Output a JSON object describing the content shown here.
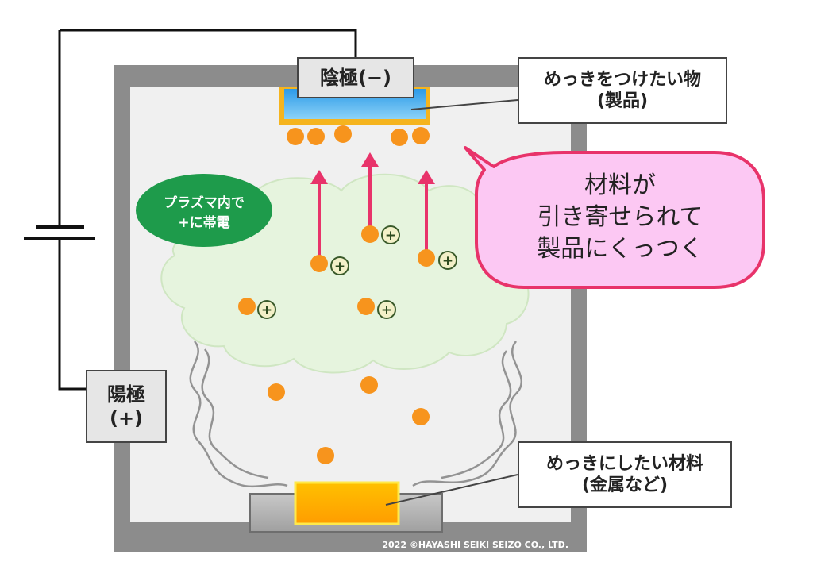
{
  "labels": {
    "cathode": "陰極(−)",
    "anode_line1": "陽極",
    "anode_line2": "(+)",
    "product_line1": "めっきをつけたい物",
    "product_line2": "(製品)",
    "material_line1": "めっきにしたい材料",
    "material_line2": "(金属など)"
  },
  "plasma_note": {
    "line1": "プラズマ内で",
    "line2": "+に帯電"
  },
  "speech_bubble": {
    "line1": "材料が",
    "line2": "引き寄せられて",
    "line3": "製品にくっつく"
  },
  "ion_charge_symbol": "+",
  "copyright": "2022 ©HAYASHI SEIKI SEIZO CO., LTD.",
  "colors": {
    "chamber_frame": "#8c8c8c",
    "chamber_inner": "#f0f0f0",
    "product_fill": "#4fb3f0",
    "product_mount": "#f5b41e",
    "material_fill": "#ffb400",
    "particle": "#f7941d",
    "arrow": "#e8336a",
    "plasma_cloud": "#e6f4de",
    "plasma_note_bg": "#1e9b4b",
    "bubble_fill": "#fcc8f3",
    "bubble_border": "#e8336a",
    "vapor": "#8a8a8a"
  }
}
